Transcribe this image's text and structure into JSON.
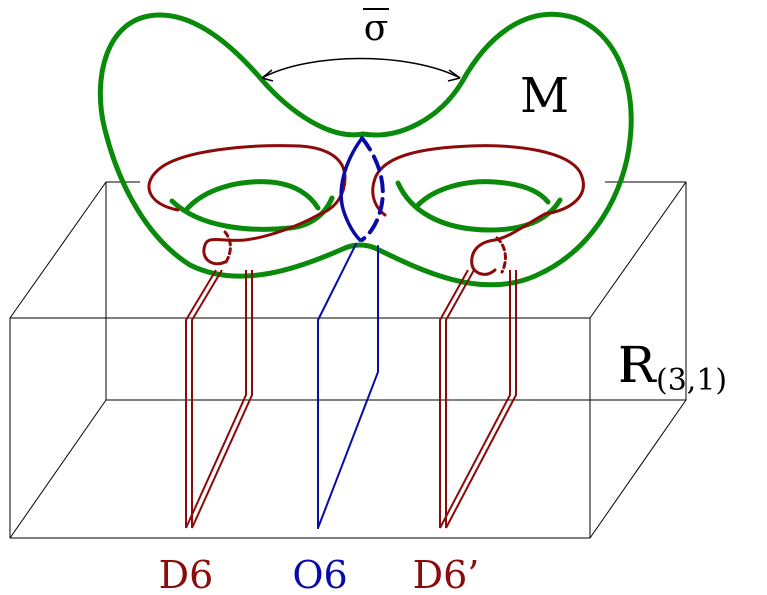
{
  "manifold_label": "M",
  "involution_label": "σ",
  "spacetime_label": "R",
  "spacetime_subscript": "(3,1)",
  "brane_labels": {
    "d6": "D6",
    "o6": "O6",
    "d6_prime": "D6’"
  },
  "colors": {
    "manifold": "#0a8a0a",
    "d6_brane": "#8b0a0a",
    "o6_plane": "#0a0aa8",
    "box": "#000000",
    "text": "#000000"
  }
}
